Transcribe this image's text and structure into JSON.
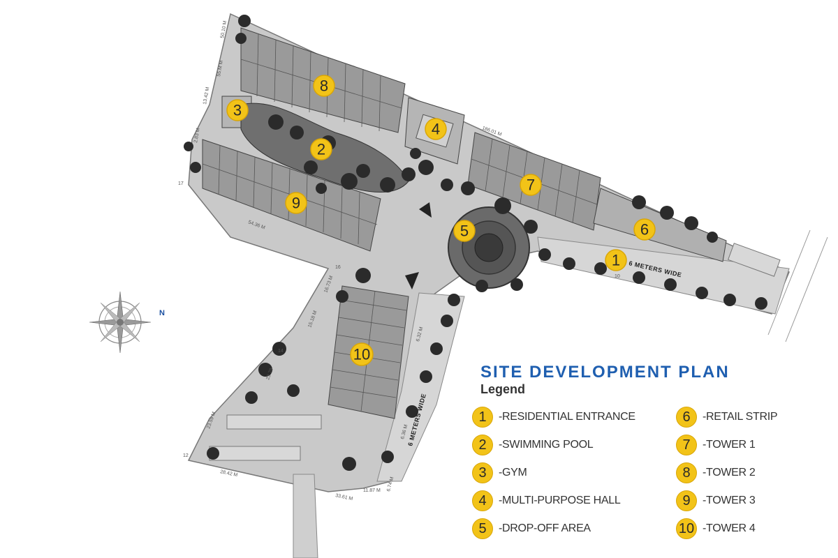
{
  "title": "SITE DEVELOPMENT PLAN",
  "legend_heading": "Legend",
  "compass_label": "N",
  "road_labels": [
    "6 METERS WIDE",
    "6 METERS WIDE"
  ],
  "dimensions": [
    "50.10 M",
    "55.M M",
    "13.42 M",
    "2.83 M",
    "186.01 M",
    "54.36 M",
    "16.73 M",
    "15.18 M",
    "23.79",
    "23.59 M",
    "28.42 M",
    "33.61 M",
    "11.87 M",
    "6.74 M",
    "6.36 M",
    "6.32 M",
    "17",
    "14",
    "16",
    "10",
    "12"
  ],
  "markers": [
    {
      "num": "1"
    },
    {
      "num": "2"
    },
    {
      "num": "3"
    },
    {
      "num": "4"
    },
    {
      "num": "5"
    },
    {
      "num": "6"
    },
    {
      "num": "7"
    },
    {
      "num": "8"
    },
    {
      "num": "9"
    },
    {
      "num": "10"
    }
  ],
  "legend_left": [
    {
      "num": "1",
      "label": "-RESIDENTIAL ENTRANCE"
    },
    {
      "num": "2",
      "label": "-SWIMMING POOL"
    },
    {
      "num": "3",
      "label": "-GYM"
    },
    {
      "num": "4",
      "label": "-MULTI-PURPOSE HALL"
    },
    {
      "num": "5",
      "label": "-DROP-OFF AREA"
    }
  ],
  "legend_right": [
    {
      "num": "6",
      "label": "-RETAIL STRIP"
    },
    {
      "num": "7",
      "label": "-TOWER 1"
    },
    {
      "num": "8",
      "label": "-TOWER 2"
    },
    {
      "num": "9",
      "label": "-TOWER 3"
    },
    {
      "num": "10",
      "label": "-TOWER 4"
    }
  ],
  "colors": {
    "marker": "#f2c318",
    "title": "#1f5fb0",
    "north": "#1a4fa0",
    "site": "#bdbdbd",
    "tree": "#2b2b2b"
  }
}
